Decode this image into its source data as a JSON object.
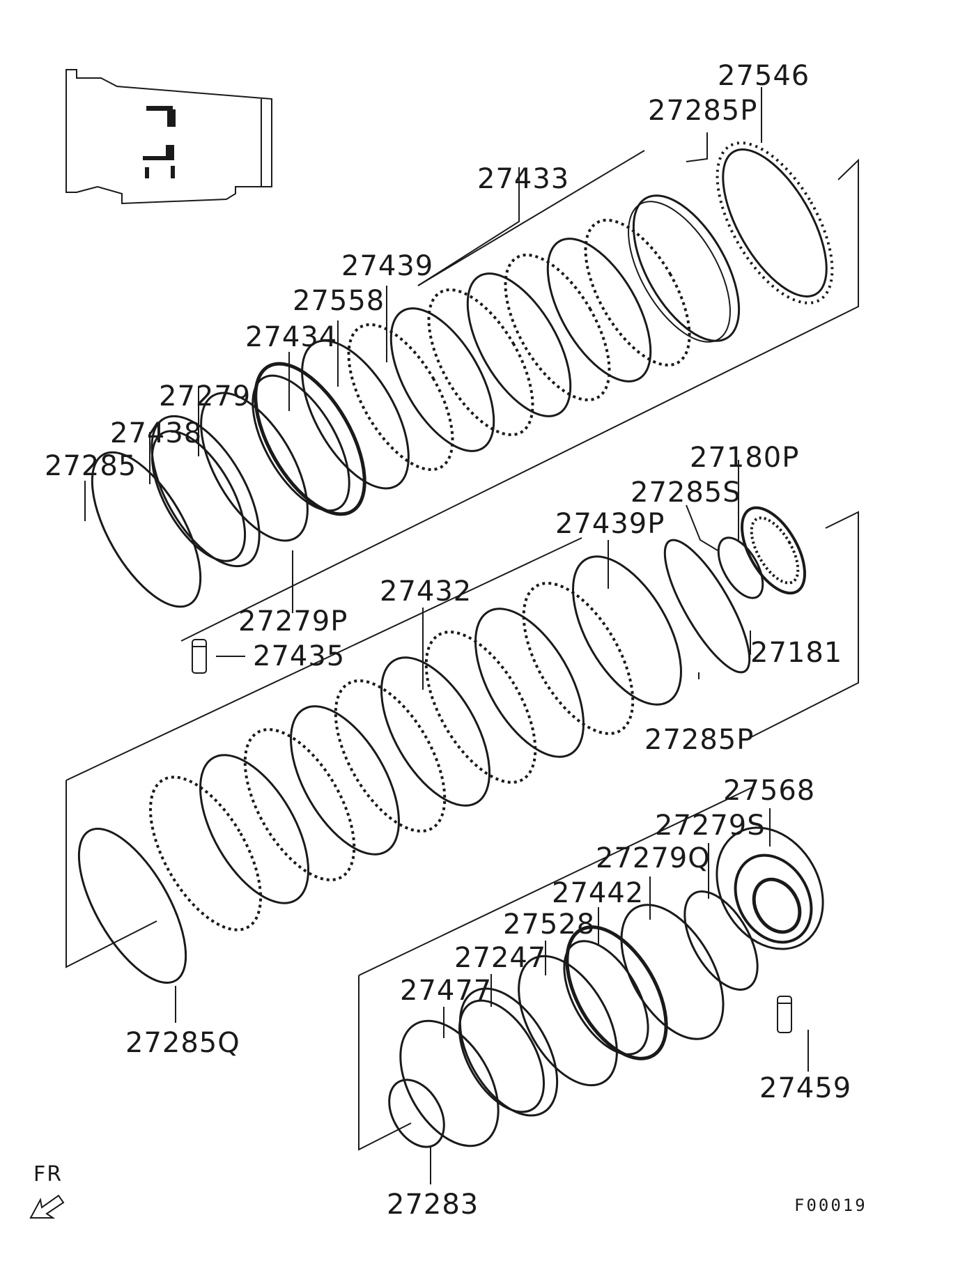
{
  "diagram": {
    "drawing_code": "F00019",
    "direction_label": "FR",
    "parts": [
      {
        "id": "p27546",
        "label": "27546"
      },
      {
        "id": "p27285P_top",
        "label": "27285P"
      },
      {
        "id": "p27433",
        "label": "27433"
      },
      {
        "id": "p27439",
        "label": "27439"
      },
      {
        "id": "p27558",
        "label": "27558"
      },
      {
        "id": "p27434",
        "label": "27434"
      },
      {
        "id": "p27279",
        "label": "27279"
      },
      {
        "id": "p27438",
        "label": "27438"
      },
      {
        "id": "p27285",
        "label": "27285"
      },
      {
        "id": "p27279P",
        "label": "27279P"
      },
      {
        "id": "p27435",
        "label": "27435"
      },
      {
        "id": "p27180P",
        "label": "27180P"
      },
      {
        "id": "p27285S",
        "label": "27285S"
      },
      {
        "id": "p27439P",
        "label": "27439P"
      },
      {
        "id": "p27432",
        "label": "27432"
      },
      {
        "id": "p27181",
        "label": "27181"
      },
      {
        "id": "p27285P_mid",
        "label": "27285P"
      },
      {
        "id": "p27568",
        "label": "27568"
      },
      {
        "id": "p27279S",
        "label": "27279S"
      },
      {
        "id": "p27279Q",
        "label": "27279Q"
      },
      {
        "id": "p27442",
        "label": "27442"
      },
      {
        "id": "p27528",
        "label": "27528"
      },
      {
        "id": "p27247",
        "label": "27247"
      },
      {
        "id": "p27477",
        "label": "27477"
      },
      {
        "id": "p27285Q",
        "label": "27285Q"
      },
      {
        "id": "p27459",
        "label": "27459"
      },
      {
        "id": "p27283",
        "label": "27283"
      }
    ]
  }
}
